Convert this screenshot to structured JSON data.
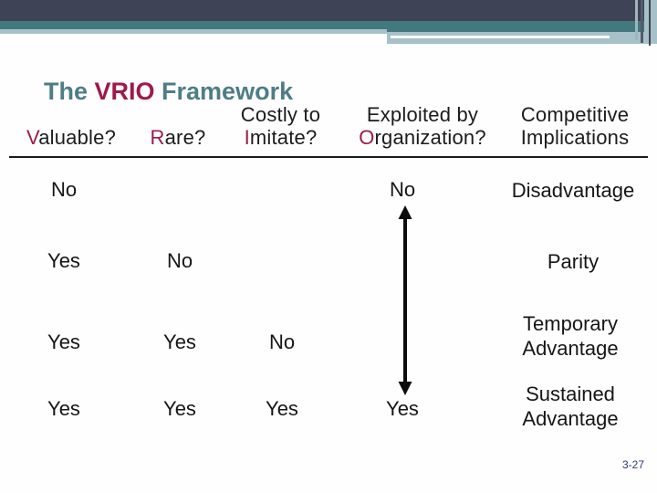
{
  "slide": {
    "title": {
      "prefix": "The ",
      "accent": "VRIO",
      "suffix": " Framework"
    },
    "page_number": "3-27"
  },
  "header": {
    "col_valuable": {
      "initial": "V",
      "rest": "aluable?"
    },
    "col_rare": {
      "initial": "R",
      "rest": "are?"
    },
    "col_imitate": {
      "line1": "Costly to",
      "initial": "I",
      "rest": "mitate?"
    },
    "col_exploited": {
      "line1": "Exploited by",
      "initial": "O",
      "rest": "rganization?"
    },
    "col_implications": {
      "line1": "Competitive",
      "line2": "Implications"
    }
  },
  "rows": [
    {
      "valuable": "No",
      "rare": "",
      "imitate": "",
      "exploited": "No",
      "implication": "Disadvantage"
    },
    {
      "valuable": "Yes",
      "rare": "No",
      "imitate": "",
      "exploited": "",
      "implication": "Parity"
    },
    {
      "valuable": "Yes",
      "rare": "Yes",
      "imitate": "No",
      "exploited": "",
      "implication": "Temporary Advantage"
    },
    {
      "valuable": "Yes",
      "rare": "Yes",
      "imitate": "Yes",
      "exploited": "Yes",
      "implication": "Sustained Advantage"
    }
  ],
  "icons": {
    "double_arrow": "vertical-double-headed-arrow"
  },
  "colors": {
    "accent_maroon": "#9e1a4b",
    "title_teal": "#4e7d86",
    "band_dark": "#3f4356",
    "band_teal": "#41797f",
    "band_light": "#a6c1c7",
    "text": "#161616",
    "page_number_navy": "#2a3a70"
  }
}
